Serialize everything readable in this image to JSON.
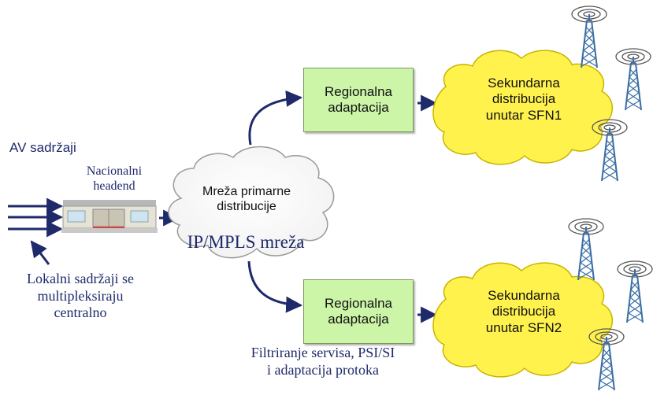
{
  "inputs": {
    "av_label": "AV sadržaji",
    "local_content": [
      "Lokalni sadržaji se",
      "multipleksiraju",
      "centralno"
    ]
  },
  "headend": {
    "label": [
      "Nacionalni",
      "headend"
    ]
  },
  "primary_network": {
    "label": [
      "Mreža primarne",
      "distribucije"
    ],
    "protocol": "IP/MPLS mreža"
  },
  "regional": [
    {
      "label": [
        "Regionalna",
        "adaptacija"
      ]
    },
    {
      "label": [
        "Regionalna",
        "adaptacija"
      ]
    }
  ],
  "secondary": [
    {
      "label": [
        "Sekundarna",
        "distribucija",
        "unutar SFN1"
      ]
    },
    {
      "label": [
        "Sekundarna",
        "distribucija",
        "unutar SFN2"
      ]
    }
  ],
  "note": [
    "Filtriranje servisa, PSI/SI",
    "i adaptacija protoka"
  ],
  "colors": {
    "arrow": "#1f2a6b",
    "box_fill": "#ccf5a8",
    "cloud_yellow": "#fff24d",
    "tower": "#3a6ea5"
  }
}
